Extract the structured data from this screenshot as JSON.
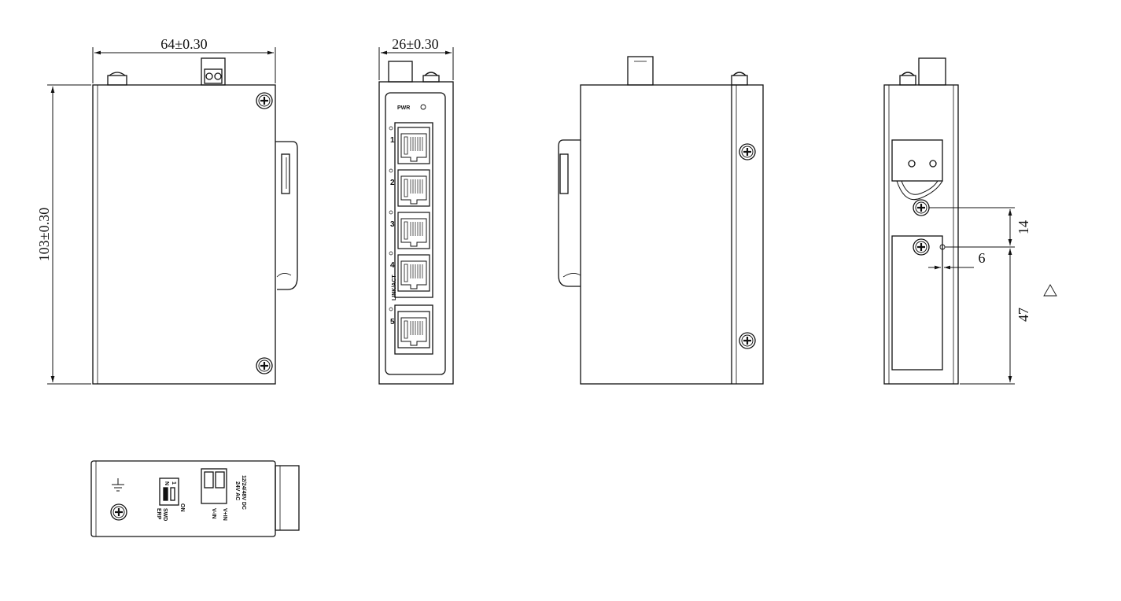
{
  "dimensions": {
    "width": "64±0.30",
    "depth": "26±0.30",
    "height": "103±0.30",
    "mount_spacing": "14",
    "mount_offset": "6",
    "mount_height": "47"
  },
  "front_panel": {
    "power_label": "PWR",
    "link_label": "LINK/ACT",
    "ports": [
      "1",
      "2",
      "3",
      "4",
      "5"
    ]
  },
  "bottom_panel": {
    "dip_labels": [
      "ON",
      "SWD",
      "ERP"
    ],
    "dip_top": [
      "N",
      "1"
    ],
    "terminal_labels": [
      "V+IN",
      "V-IN"
    ],
    "voltage_dc": "12/24/48V DC",
    "voltage_ac": "24V AC"
  },
  "colors": {
    "line": "#111111",
    "background": "#ffffff"
  }
}
